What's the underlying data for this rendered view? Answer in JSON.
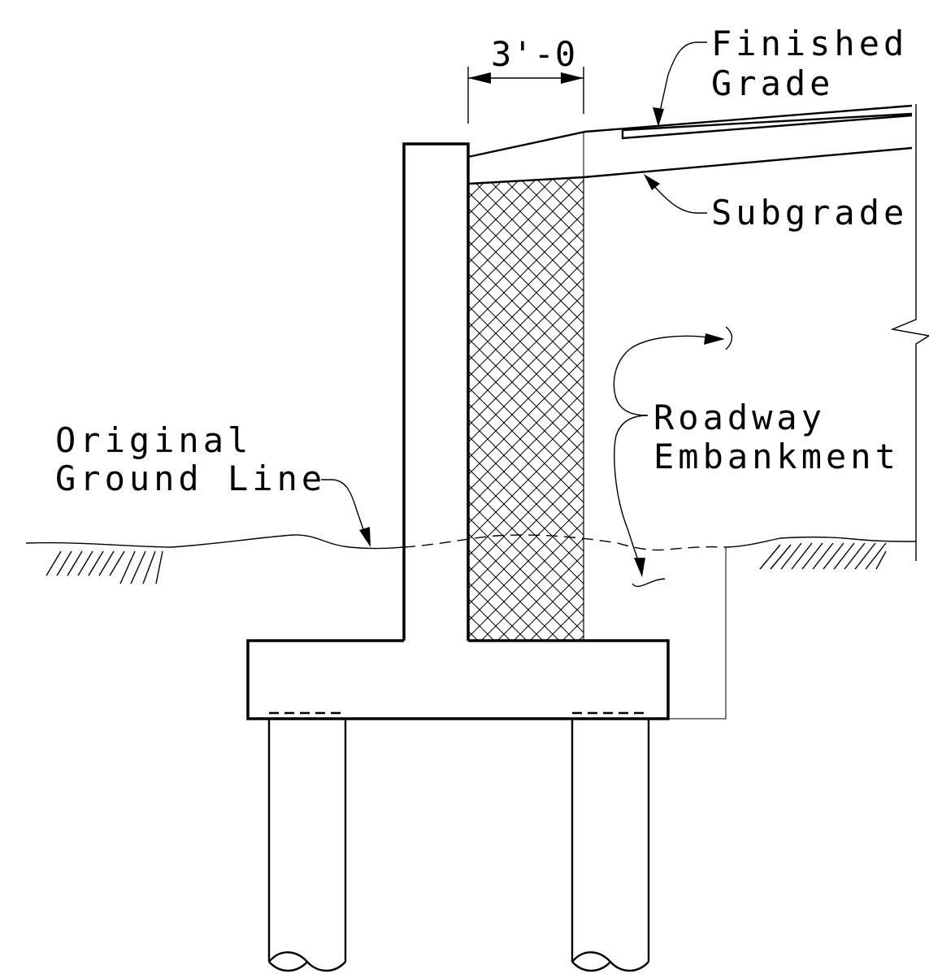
{
  "labels": {
    "dimension": "3'-0",
    "finished_grade_1": "Finished",
    "finished_grade_2": "Grade",
    "subgrade": "Subgrade",
    "roadway_1": "Roadway",
    "roadway_2": "Embankment",
    "original_1": "Original",
    "original_2": "Ground Line"
  },
  "colors": {
    "line": "#000000",
    "background": "#ffffff"
  }
}
